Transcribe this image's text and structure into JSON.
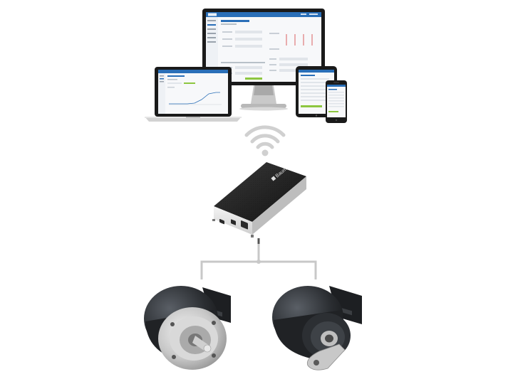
{
  "scene": {
    "devices": [
      "desktop-monitor",
      "laptop",
      "tablet",
      "smartphone"
    ],
    "connection": "wifi",
    "gateway": {
      "logo_text": "Baumer",
      "ports": [
        "usb-port",
        "usb-port",
        "ethernet-port"
      ]
    },
    "encoders": [
      "encoder-flange-shaft",
      "encoder-hollow-shaft"
    ]
  },
  "colors": {
    "screen_header": "#2a6fb8",
    "screen_accent": "#8dc63f",
    "device_body": "#2b2b2b",
    "gateway_top": "#1c1c1c",
    "gateway_base": "#e9e9e9",
    "cable": "#c8c8c8"
  }
}
